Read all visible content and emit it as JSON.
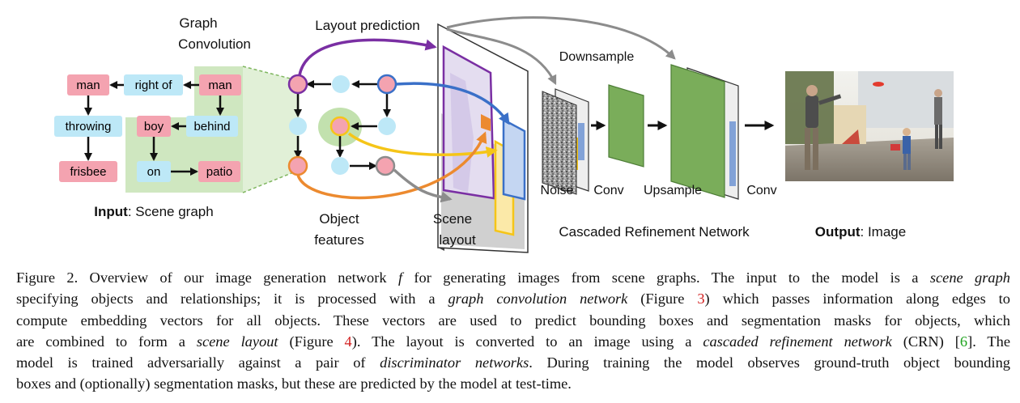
{
  "figure": {
    "input_nodes": {
      "man1": "man",
      "right_of": "right of",
      "man2": "man",
      "throwing": "throwing",
      "boy": "boy",
      "behind": "behind",
      "frisbee": "frisbee",
      "on": "on",
      "patio": "patio"
    },
    "labels": {
      "graph": "Graph",
      "convolution": "Convolution",
      "layout_prediction": "Layout prediction",
      "downsample": "Downsample",
      "input_bold": "Input",
      "input_rest": ": Scene graph",
      "object": "Object",
      "features": "features",
      "scene": "Scene",
      "layout": "layout",
      "noise": "Noise",
      "conv1": "Conv",
      "upsample": "Upsample",
      "conv2": "Conv",
      "crn": "Cascaded Refinement Network",
      "output_bold": "Output",
      "output_rest": ": Image"
    },
    "colors": {
      "object_node": "#f4a3b0",
      "predicate_node": "#bde8f7",
      "gconv_region": "#a8d48c",
      "conv_layer": "#7aad5a",
      "purple": "#7a2fa3",
      "blue": "#3a70c8",
      "yellow": "#f5c518",
      "orange": "#ec8a2f",
      "gray": "#8c8c8c"
    }
  },
  "caption": {
    "l1_a": "Figure 2.  Overview of our image generation network ",
    "l1_f": "f",
    "l1_b": " for generating images from scene graphs. The input to the model is a ",
    "l1_c": "scene graph",
    "l2_a": "specifying objects and relationships; it is processed with a ",
    "l2_b": "graph convolution network",
    "l2_c": " (Figure ",
    "l2_ref": "3",
    "l2_d": ") which passes information along edges to",
    "l3": "compute embedding vectors for all objects. These vectors are used to predict bounding boxes and segmentation masks for objects, which",
    "l4_a": "are combined to form a ",
    "l4_b": "scene layout",
    "l4_c": " (Figure ",
    "l4_ref": "4",
    "l4_d": "). The layout is converted to an image using a ",
    "l4_e": "cascaded refinement network",
    "l4_f": " (CRN) [",
    "l4_ref2": "6",
    "l4_g": "]. The",
    "l5_a": "model is trained adversarially against a pair of ",
    "l5_b": "discriminator networks",
    "l5_c": ". During training the model observes ground-truth object bounding",
    "l6": "boxes and (optionally) segmentation masks, but these are predicted by the model at test-time."
  }
}
